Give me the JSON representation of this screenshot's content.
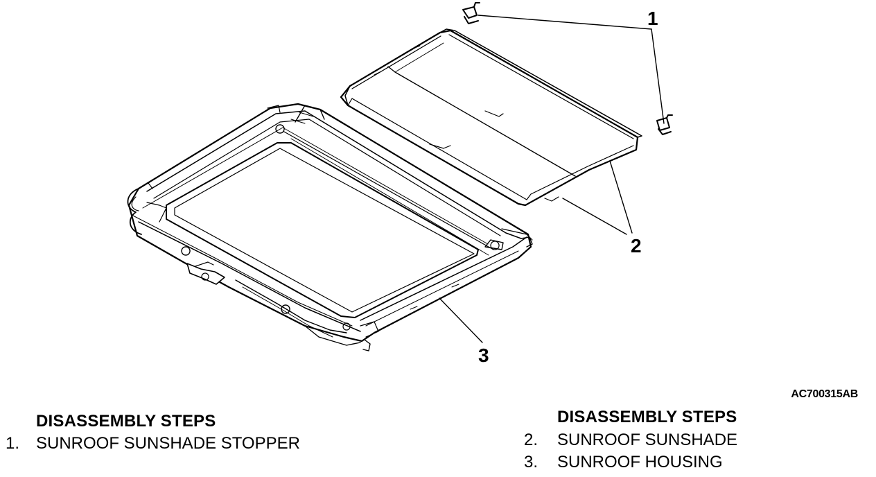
{
  "figure_code": "AC700315AB",
  "callouts": [
    "1",
    "2",
    "3"
  ],
  "left_column": {
    "heading": "DISASSEMBLY STEPS",
    "steps": [
      {
        "num": "1.",
        "label": "SUNROOF SUNSHADE STOPPER"
      }
    ]
  },
  "right_column": {
    "heading": "DISASSEMBLY STEPS",
    "steps": [
      {
        "num": "2.",
        "label": "SUNROOF SUNSHADE"
      },
      {
        "num": "3.",
        "label": "SUNROOF HOUSING"
      }
    ]
  }
}
